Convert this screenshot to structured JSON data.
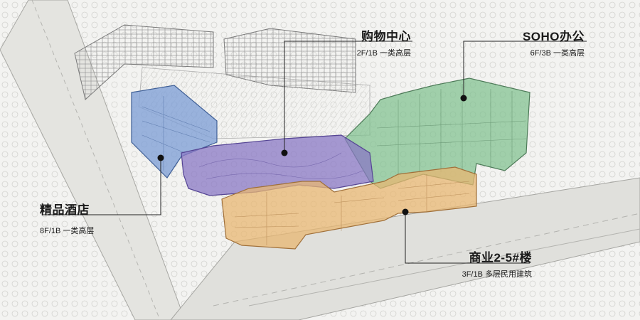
{
  "zones": [
    {
      "key": "mall",
      "title": "购物中心",
      "subtitle": "2F/1B 一类高层",
      "color": "#8a78c4"
    },
    {
      "key": "soho",
      "title": "SOHO办公",
      "subtitle": "6F/3B 一类高层",
      "color": "#7fc08f"
    },
    {
      "key": "hotel",
      "title": "精品酒店",
      "subtitle": "8F/1B 一类高层",
      "color": "#7f9fd6"
    },
    {
      "key": "commercial",
      "title": "商业2-5#楼",
      "subtitle": "3F/1B 多层民用建筑",
      "color": "#e8b772"
    }
  ],
  "colors": {
    "background": "#f3f3f1",
    "sketch_line": "#9a9a9a",
    "road": "#dcdcd8",
    "leader_line": "#222222"
  }
}
